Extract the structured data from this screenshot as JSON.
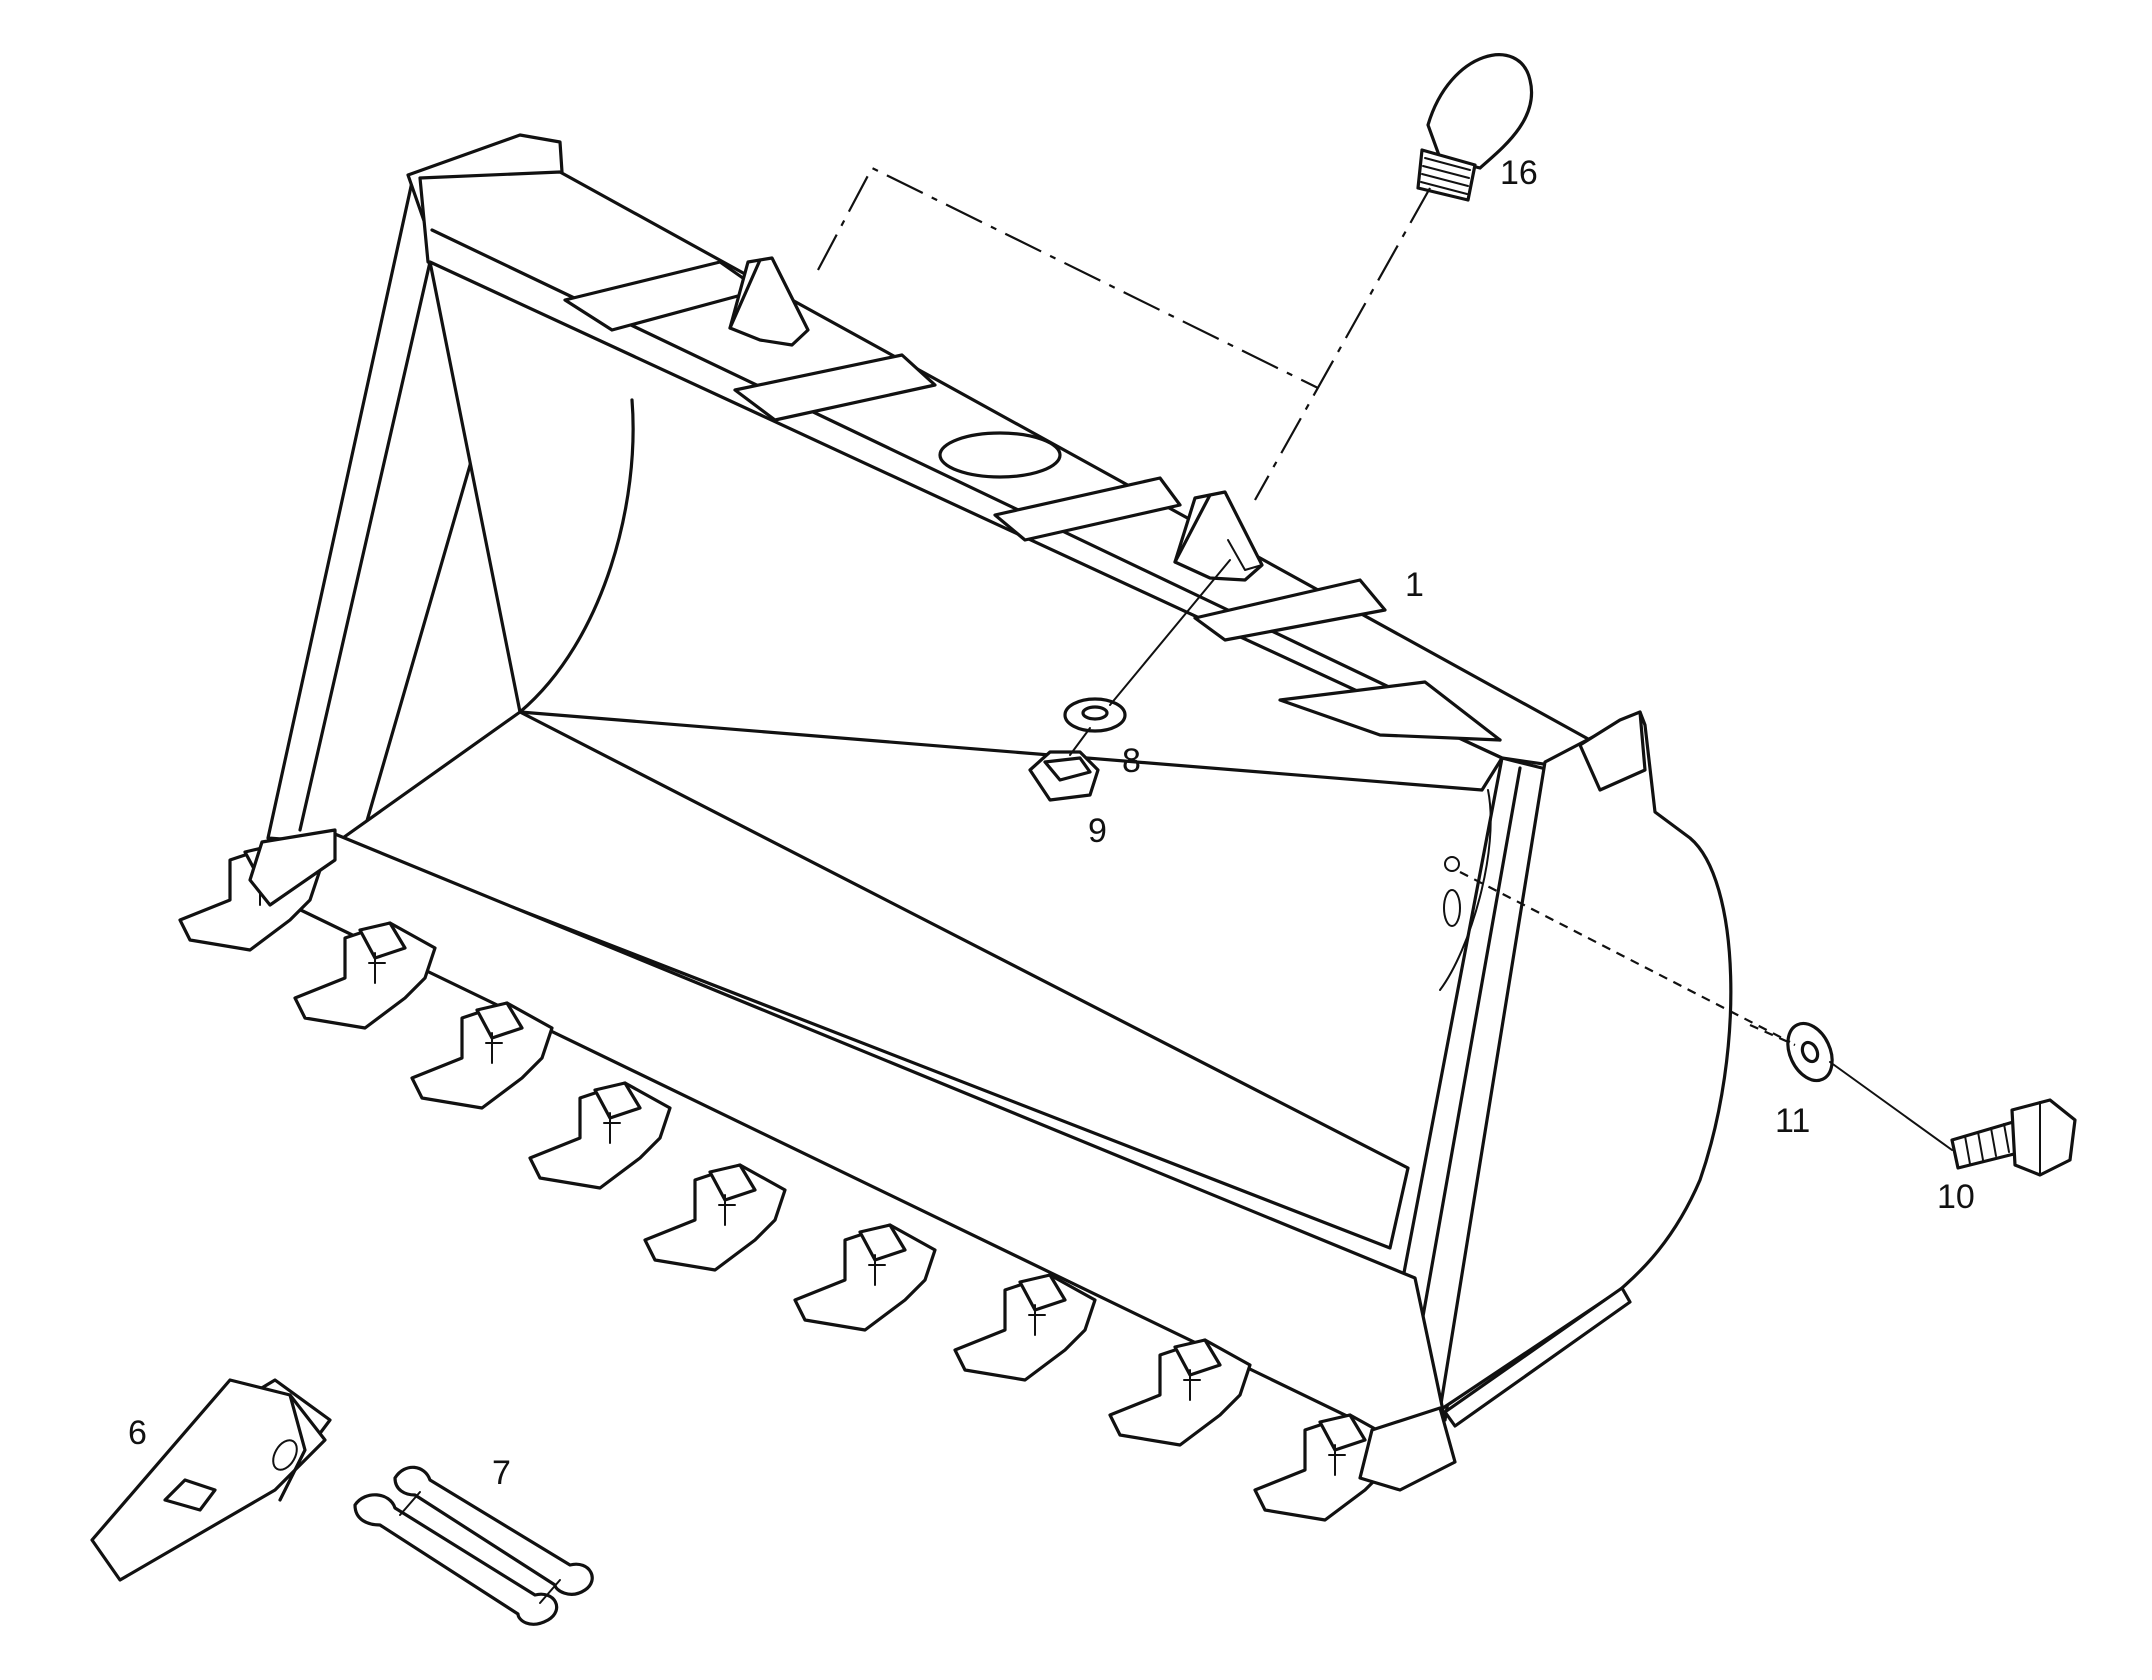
{
  "callouts": {
    "p1": "1",
    "p6": "6",
    "p7": "7",
    "p8": "8",
    "p9": "9",
    "p10": "10",
    "p11": "11",
    "p16": "16"
  },
  "colors": {
    "line": "#111111",
    "background": "#ffffff"
  }
}
